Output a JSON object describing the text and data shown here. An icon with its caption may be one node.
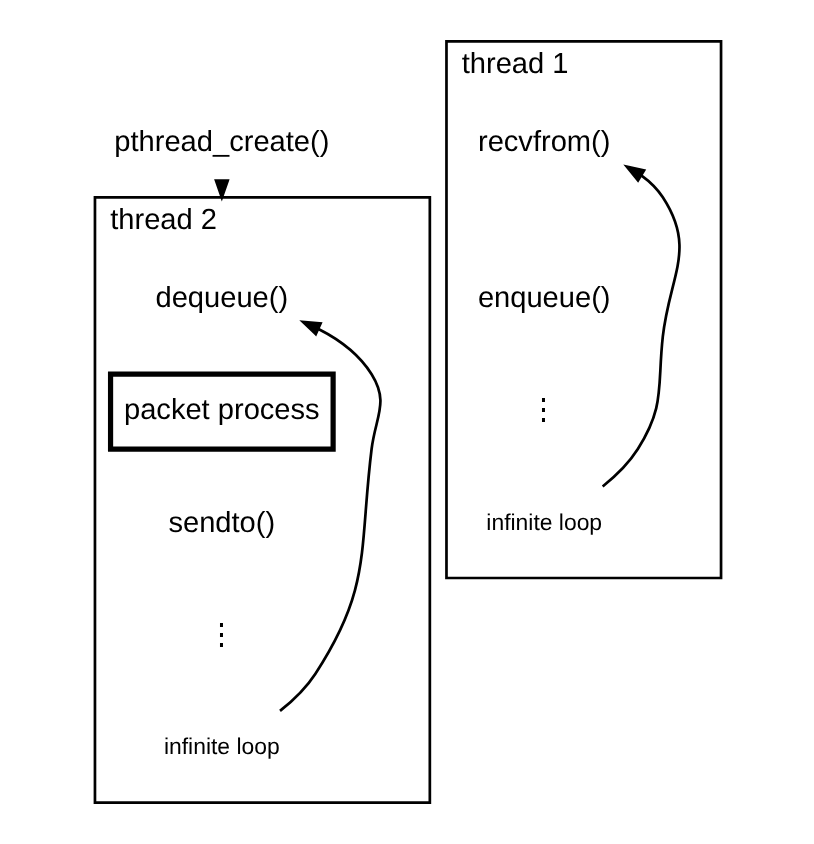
{
  "diagram": {
    "nodes": [
      {
        "text": [
          "pthread_create()"
        ]
      },
      {
        "text": [
          "thread 1"
        ]
      },
      {
        "text": [
          "recvfrom()"
        ],
        "in": 1
      },
      {
        "text": [
          "enqueue()"
        ],
        "in": 1
      },
      {
        "text": [
          "infinite loop"
        ],
        "in": 1
      },
      {
        "text": [
          "thread 2"
        ]
      },
      {
        "text": [
          "dequeue()"
        ],
        "in": 5
      },
      {
        "text": [
          "packet process"
        ],
        "in": 5
      },
      {
        "text": [
          "sendto()"
        ],
        "in": 5
      },
      {
        "text": [
          "infinite loop"
        ],
        "in": 5
      }
    ],
    "edges": [
      {
        "from": 0,
        "to": 5,
        "arrow": "to"
      },
      {
        "from": 4,
        "to": 2,
        "arrow": "to"
      },
      {
        "from": 9,
        "to": 6,
        "arrow": "to"
      }
    ],
    "labels": [
      "⋮",
      "⋮"
    ]
  }
}
